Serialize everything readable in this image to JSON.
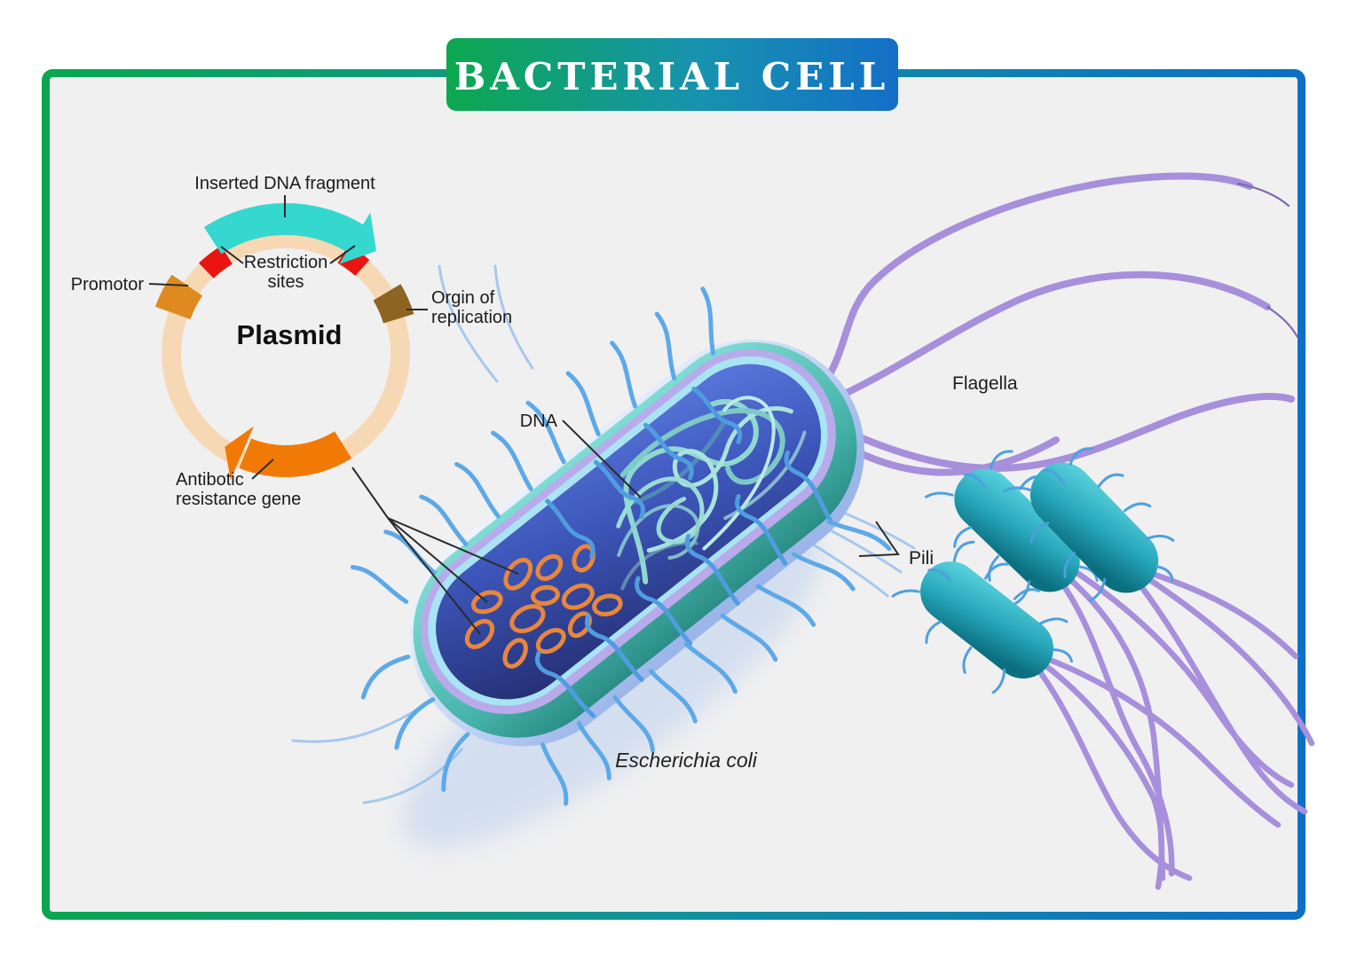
{
  "title": "BACTERIAL CELL",
  "plasmid_map": {
    "heading": "Plasmid",
    "labels": {
      "inserted_dna_fragment": "Inserted DNA fragment",
      "restriction_sites": [
        "Restriction",
        "sites"
      ],
      "promotor": "Promotor",
      "origin_of_replication": [
        "Orgin of",
        "replication"
      ],
      "antibiotic_resistance_gene": [
        "Antibotic",
        "resistance gene"
      ]
    }
  },
  "cell_illustration": {
    "labels": {
      "dna": "DNA",
      "flagella": "Flagella",
      "pili": "Pili",
      "species": "Escherichia coli"
    }
  },
  "colors": {
    "frame_green": "#0aa64f",
    "frame_blue": "#0d6fc6",
    "canvas_bg": "#f0f0f1",
    "plasmid_ring": "#f7d8b5",
    "inserted_fragment_arrow": "#35d8cf",
    "restriction_site": "#e81511",
    "promotor_box": "#df8a1f",
    "origin_box": "#8e6423",
    "resistance_gene_arrow": "#f17a06",
    "label_text": "#1b1b1b"
  }
}
